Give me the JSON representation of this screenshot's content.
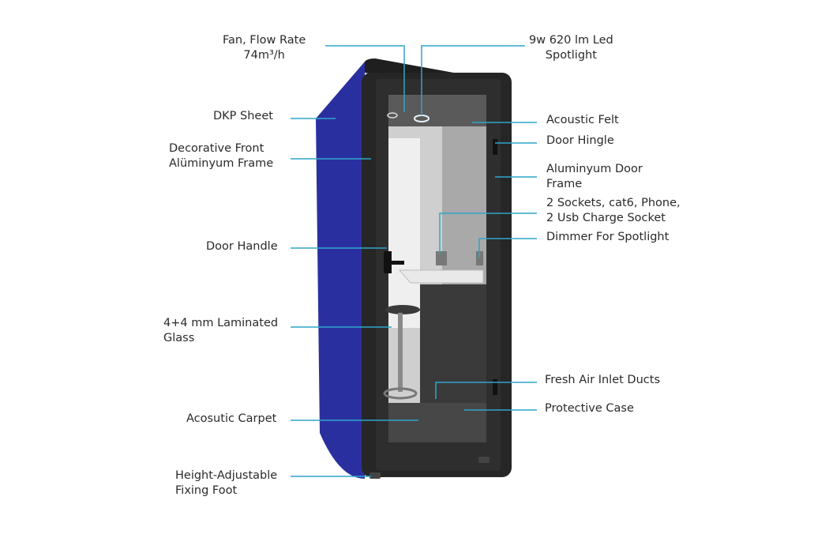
{
  "colors": {
    "shell": "#2a2fa0",
    "frame": "#262626",
    "leader": "#2fa6c9",
    "text": "#2a2a2a"
  },
  "labels": {
    "fan": [
      "Fan, Flow Rate",
      "74m³/h"
    ],
    "spotlight": [
      "9w 620 lm Led",
      "Spotlight"
    ],
    "dkp_sheet": [
      "DKP Sheet"
    ],
    "front_frame": [
      "Decorative Front",
      "Alüminyum Frame"
    ],
    "door_handle": [
      "Door Handle"
    ],
    "glass": [
      "4+4 mm Laminated",
      "Glass"
    ],
    "carpet": [
      "Acosutic Carpet"
    ],
    "foot": [
      "Height-Adjustable",
      "Fixing Foot"
    ],
    "felt": [
      "Acoustic Felt"
    ],
    "hinge": [
      "Door Hingle"
    ],
    "door_frame": [
      "Aluminyum Door",
      "Frame"
    ],
    "sockets": [
      "2 Sockets, cat6, Phone,",
      "2 Usb Charge Socket"
    ],
    "dimmer": [
      "Dimmer For Spotlight"
    ],
    "air_inlet": [
      "Fresh Air Inlet Ducts"
    ],
    "case": [
      "Protective Case"
    ]
  }
}
